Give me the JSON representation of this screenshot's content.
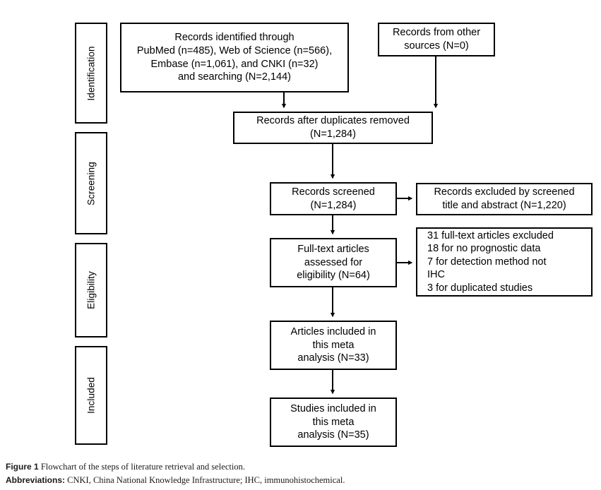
{
  "figure": {
    "type": "prisma-flowchart",
    "title_prefix": "Figure 1",
    "title_text": "Flowchart of the steps of literature retrieval and selection.",
    "abbrev_prefix": "Abbreviations:",
    "abbrev_text": "CNKI, China National Knowledge Infrastructure; IHC, immunohistochemical.",
    "stroke_color": "#000000",
    "background_color": "#ffffff"
  },
  "stages": [
    {
      "id": "identification",
      "label": "Identification"
    },
    {
      "id": "screening",
      "label": "Screening"
    },
    {
      "id": "eligibility",
      "label": "Eligibility"
    },
    {
      "id": "included",
      "label": "Included"
    }
  ],
  "nodes": {
    "records_identified": {
      "text": "Records identified through\nPubMed (n=485), Web of Science (n=566),\nEmbase (n=1,061), and CNKI (n=32)\nand searching (N=2,144)"
    },
    "other_sources": {
      "text": "Records from other\nsources (N=0)"
    },
    "after_duplicates": {
      "text": "Records after duplicates removed\n(N=1,284)"
    },
    "records_screened": {
      "text": "Records screened\n(N=1,284)"
    },
    "records_excluded": {
      "text": "Records excluded by screened\ntitle and abstract (N=1,220)"
    },
    "fulltext_assessed": {
      "text": "Full-text articles\nassessed for\neligibility (N=64)"
    },
    "fulltext_excluded": {
      "text": "31 full-text articles excluded\n18 for no prognostic data\n7 for detection method not\nIHC\n3 for duplicated studies"
    },
    "articles_included": {
      "text": "Articles included in\nthis meta\nanalysis (N=33)"
    },
    "studies_included": {
      "text": "Studies included in\nthis meta\nanalysis (N=35)"
    }
  },
  "chart_data": {
    "type": "diagram",
    "title": "Flowchart of the steps of literature retrieval and selection",
    "stages": [
      "Identification",
      "Screening",
      "Eligibility",
      "Included"
    ],
    "counts": {
      "pubmed": 485,
      "web_of_science": 566,
      "embase": 1061,
      "cnki": 32,
      "total_identified": 2144,
      "other_sources": 0,
      "after_duplicates_removed": 1284,
      "records_screened": 1284,
      "records_excluded_title_abstract": 1220,
      "fulltext_assessed": 64,
      "fulltext_excluded_total": 31,
      "excluded_no_prognostic_data": 18,
      "excluded_detection_method_not_ihc": 7,
      "excluded_duplicated_studies": 3,
      "articles_included": 33,
      "studies_included": 35
    }
  }
}
